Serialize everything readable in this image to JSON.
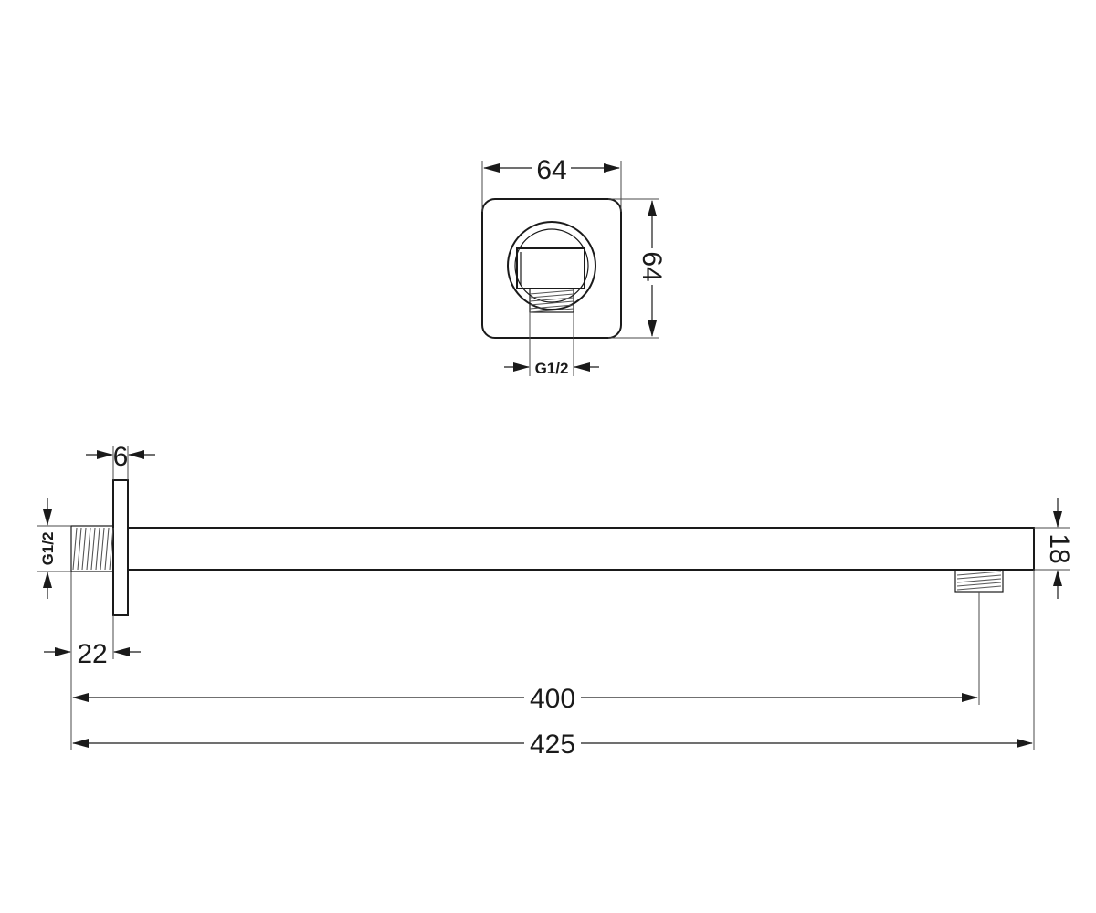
{
  "dimensions": {
    "plate_width": "64",
    "plate_height": "64",
    "front_thread": "G1/2",
    "flange_thickness": "6",
    "side_thread": "G1/2",
    "thread_length": "22",
    "arm_height": "18",
    "outlet_distance": "400",
    "overall_length": "425"
  },
  "icons": {
    "arrow": "arrowhead-icon"
  }
}
